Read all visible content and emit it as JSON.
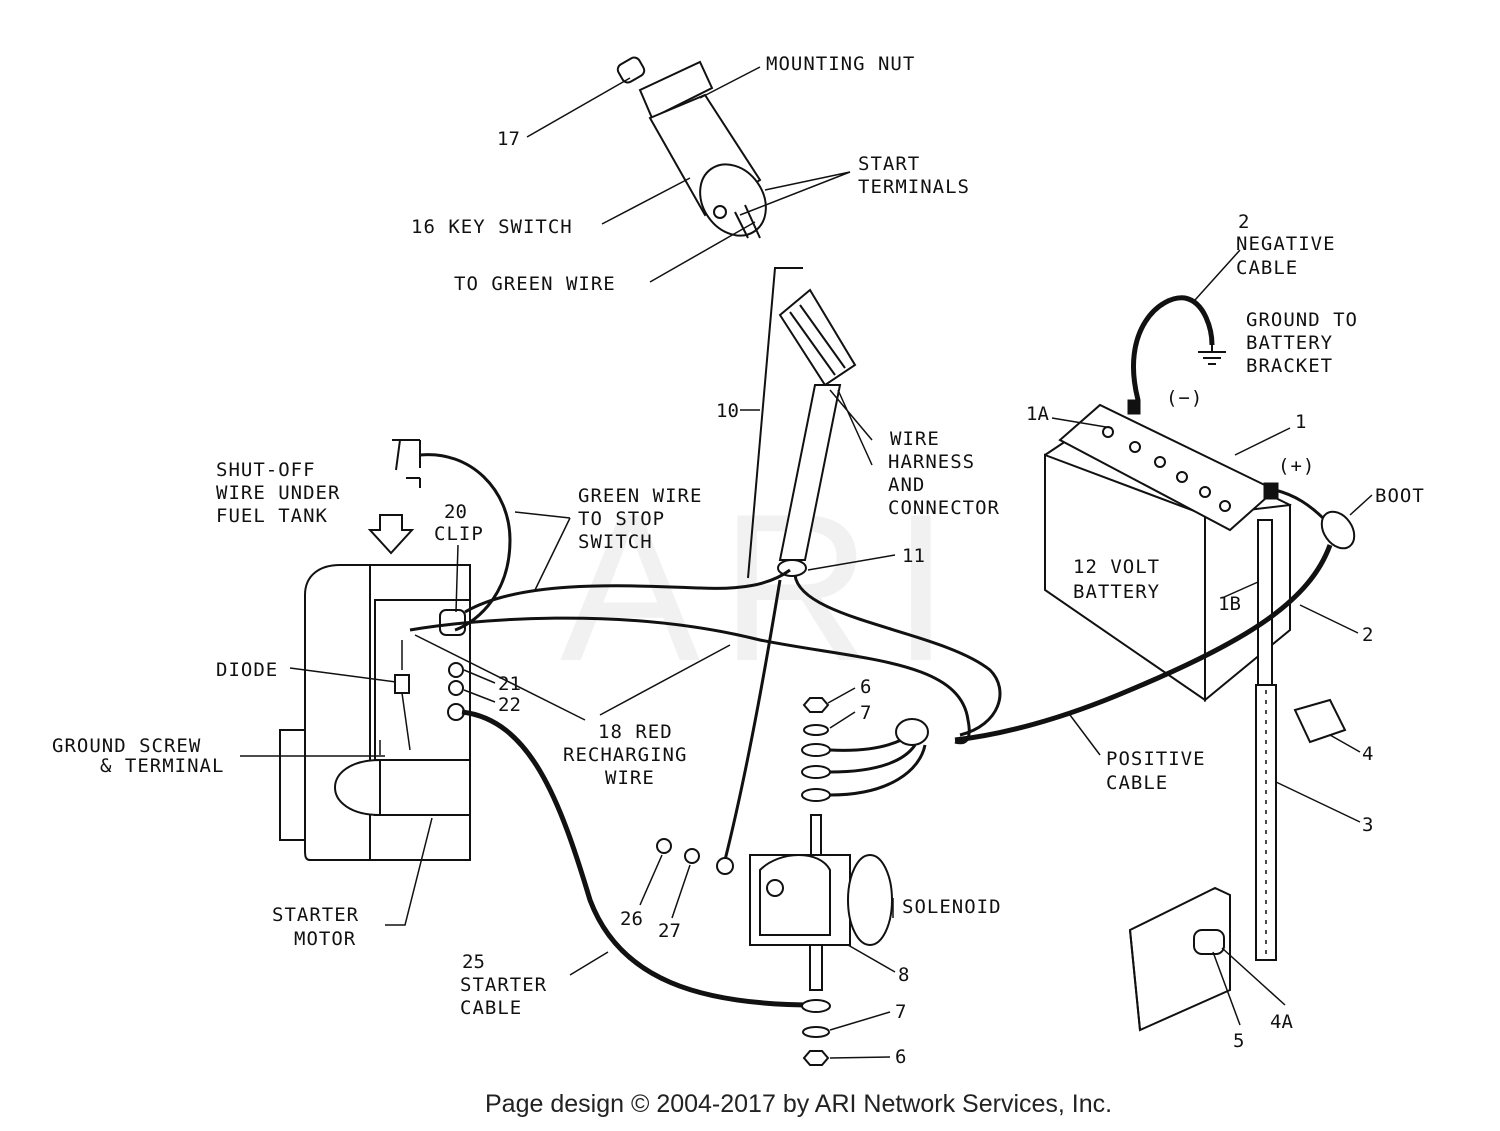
{
  "watermark": "ARI",
  "footer": "Page design © 2004-2017 by ARI Network Services, Inc.",
  "labels": {
    "mounting_nut": "MOUNTING NUT",
    "part_17": "17",
    "start_terminals_1": "START",
    "start_terminals_2": "TERMINALS",
    "key_switch": "16 KEY SWITCH",
    "to_green_wire": "TO GREEN WIRE",
    "negative_cable_num": "2",
    "negative_cable_1": "NEGATIVE",
    "negative_cable_2": "CABLE",
    "ground_bracket_1": "GROUND TO",
    "ground_bracket_2": "BATTERY",
    "ground_bracket_3": "BRACKET",
    "minus_sign": "(−)",
    "plus_sign": "(+)",
    "part_1A": "1A",
    "part_1": "1",
    "part_10": "10",
    "wire_harness_1": "WIRE",
    "wire_harness_2": "HARNESS",
    "wire_harness_3": "AND",
    "wire_harness_4": "CONNECTOR",
    "boot": "BOOT",
    "shutoff_1": "SHUT-OFF",
    "shutoff_2": "WIRE UNDER",
    "shutoff_3": "FUEL TANK",
    "clip_num": "20",
    "clip": "CLIP",
    "green_stop_1": "GREEN WIRE",
    "green_stop_2": "TO STOP",
    "green_stop_3": "SWITCH",
    "part_11": "11",
    "battery_1": "12 VOLT",
    "battery_2": "BATTERY",
    "part_1B": "1B",
    "part_2": "2",
    "diode": "DIODE",
    "part_21": "21",
    "part_22": "22",
    "part_6_top": "6",
    "part_7_top": "7",
    "red_wire_1": "18 RED",
    "red_wire_2": "RECHARGING",
    "red_wire_3": "WIRE",
    "positive_1": "POSITIVE",
    "positive_2": "CABLE",
    "part_4": "4",
    "part_3": "3",
    "ground_screw_1": "GROUND SCREW",
    "ground_screw_2": "& TERMINAL",
    "solenoid": "SOLENOID",
    "part_26": "26",
    "part_27": "27",
    "part_8": "8",
    "starter_motor_1": "STARTER",
    "starter_motor_2": "MOTOR",
    "starter_cable_num": "25",
    "starter_cable_1": "STARTER",
    "starter_cable_2": "CABLE",
    "part_7_bottom": "7",
    "part_6_bottom": "6",
    "part_5": "5",
    "part_4A": "4A"
  }
}
